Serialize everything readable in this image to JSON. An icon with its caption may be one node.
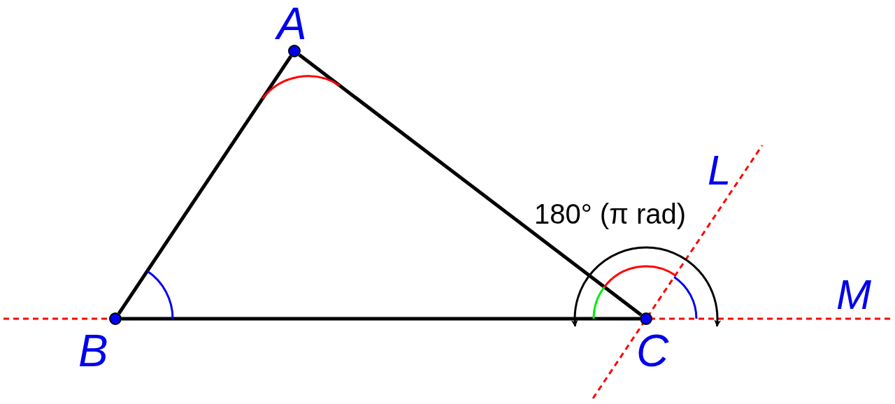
{
  "diagram": {
    "nodes": [
      {
        "text": [
          "A"
        ]
      },
      {
        "text": [
          "B"
        ]
      },
      {
        "text": [
          "C"
        ]
      }
    ],
    "edges": [
      {
        "from": 0,
        "to": 1,
        "arrow": "none"
      },
      {
        "from": 1,
        "to": 2,
        "arrow": "none"
      },
      {
        "from": 2,
        "to": 0,
        "arrow": "none"
      }
    ],
    "labels": [
      "L",
      "180° (π rad)",
      "M"
    ]
  }
}
